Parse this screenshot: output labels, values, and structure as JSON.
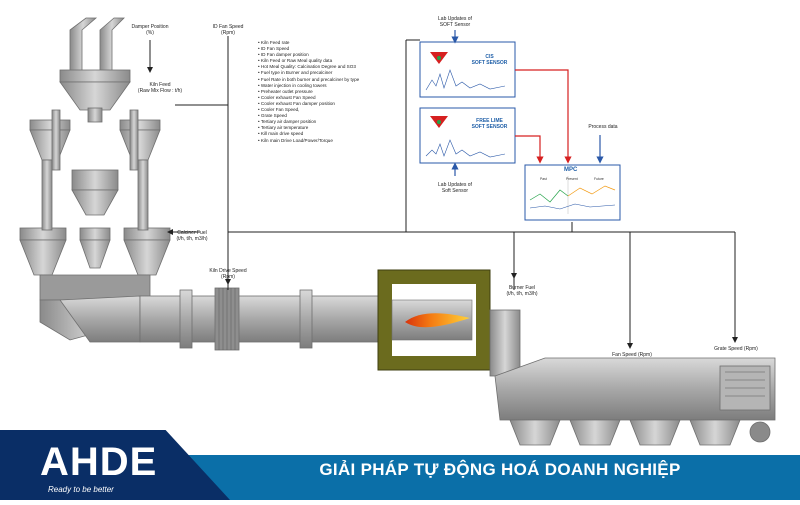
{
  "labels": {
    "damper_position": "Damper Position\n(%)",
    "id_fan_speed": "ID Fan Speed\n(Rpm)",
    "kiln_feed": "Kiln Feed\n(Raw Mix Flow : t/h)",
    "calciner_fuel": "Calciner Fuel\n(t/h, t/h, m3/h)",
    "kiln_drive_speed": "Kiln Drive Speed\n(Rpm)",
    "burner_fuel": "Burner Fuel\n(t/h, t/h, m3/h)",
    "fan_speed": "Fan Speed (Rpm)",
    "grate_speed": "Grate Speed (Rpm)",
    "lab_updates_top": "Lab Updates of\nSOFT Sensor",
    "lab_updates_bottom": "Lab Updates of\nSoft Sensor",
    "process_data": "Process data"
  },
  "parameters": [
    "Kiln Feed rate",
    "ID Fan Speed",
    "ID Fan damper position",
    "Kiln Feed or Raw Meal quality data",
    "Hot Meal Quality: Calcination Degree and SO3",
    "Fuel type in Burner and precalciner",
    "Fuel Rate in both burner and precalciner by type",
    "Water injection in cooling towers",
    "Preheater outlet pressure",
    "Cooler exhaust Fan Speed",
    "Cooler exhaust Fan damper position",
    "Cooler Fan Speed,",
    "Grate Speed",
    "Tertiary air damper position",
    "Tertiary air temperature",
    "Kill main drive speed",
    "Kiln main Drive Load/Power/Torque"
  ],
  "cis_panel": {
    "title": "CIS\nSOFT SENSOR"
  },
  "free_lime_panel": {
    "title": "FREE LIME\nSOFT SENSOR"
  },
  "mpc_panel": {
    "title": "MPC",
    "sublabels": [
      "Past",
      "Present",
      "Future"
    ]
  },
  "footer": {
    "brand": "AHDE",
    "tagline": "Ready to be better",
    "slogan": "GIẢI PHÁP TỰ ĐỘNG HOÁ DOANH NGHIỆP"
  },
  "colors": {
    "equipment": "#a9a9a9",
    "flow_line": "#222222",
    "red_line": "#d62020",
    "blue_line": "#2a58a8",
    "frame_olive": "#6b6b1e",
    "footer_dark": "#0a2e66",
    "footer_blue": "#0b6fa8"
  }
}
